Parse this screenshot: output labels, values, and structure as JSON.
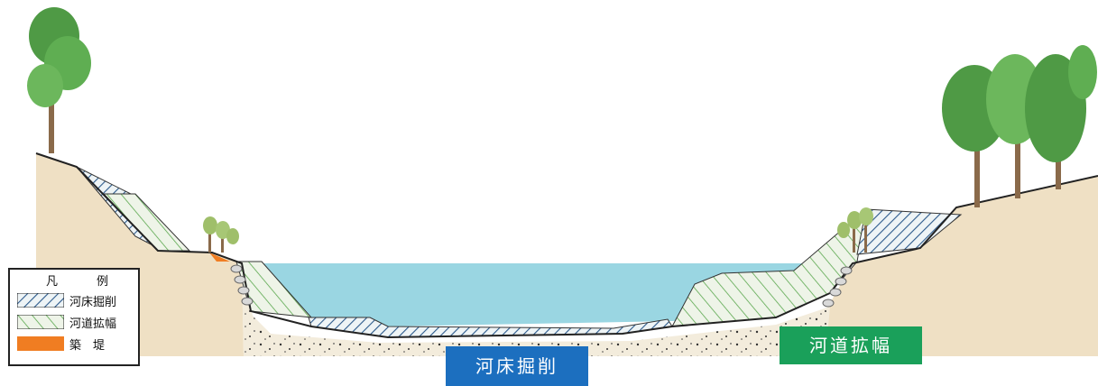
{
  "legend": {
    "title_left": "凡",
    "title_right": "例",
    "items": [
      {
        "label": "河床掘削",
        "pattern": "blue-hatch"
      },
      {
        "label": "河道拡幅",
        "pattern": "green-hatch"
      },
      {
        "label": "築　堤",
        "pattern": "orange-fill"
      }
    ]
  },
  "labels": {
    "riverbed_excavation": "河床掘削",
    "channel_widening": "河道拡幅"
  },
  "colors": {
    "water": "#9ad6e2",
    "blue_label": "#1c6fbf",
    "green_label": "#1aa05a",
    "blue_hatch": "#2c5a8c",
    "green_hatch": "#5aa84e",
    "embankment": "#f07d22",
    "soil": "#f2ead8",
    "bank_ground": "#efe0c4"
  }
}
